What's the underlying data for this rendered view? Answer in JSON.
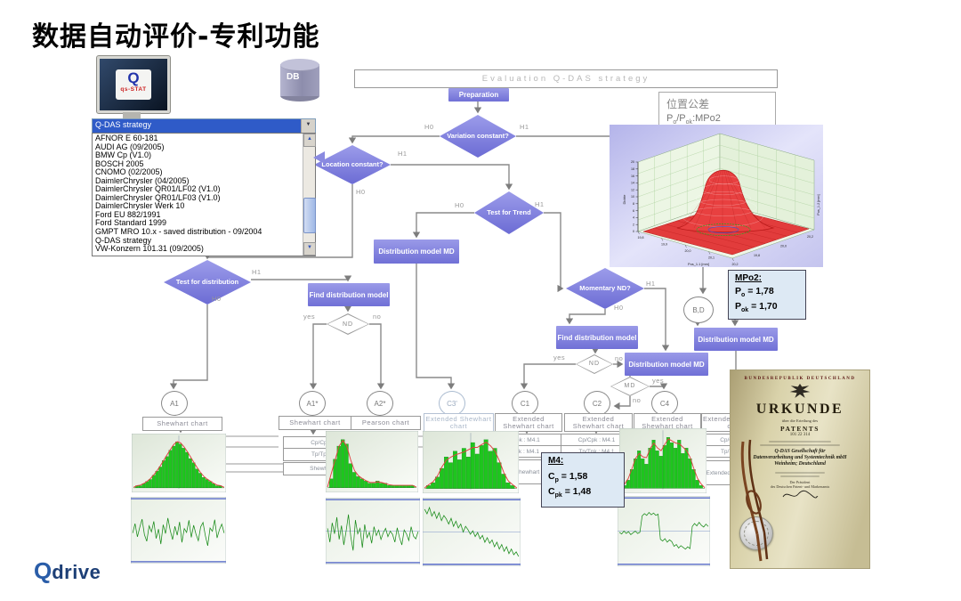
{
  "slide": {
    "title": "数据自动评价-专利功能"
  },
  "brand": {
    "logo_q": "Q",
    "logo_text": "drive"
  },
  "monitor": {
    "logo_q": "Q",
    "logo_text": "qs-STAT"
  },
  "db": {
    "label": "DB"
  },
  "strategy_list": {
    "selected": "Q-DAS strategy",
    "items": [
      "AFNOR E 60-181",
      "AUDI AG (09/2005)",
      "BMW Cp (V1.0)",
      "BOSCH 2005",
      "CNOMO (02/2005)",
      "DaimlerChrysler (04/2005)",
      "DaimlerChrysler QR01/LF02 (V1.0)",
      "DaimlerChrysler QR01/LF03 (V1.0)",
      "DaimlerChrysler Werk 10",
      "Ford EU 882/1991",
      "Ford Standard 1999",
      "GMPT MRO 10.x - saved distribution - 09/2004",
      "Q-DAS strategy",
      "VW-Konzern 101.31 (09/2005)"
    ]
  },
  "flow": {
    "start": "Evaluation Q-DAS strategy",
    "preparation": "Preparation",
    "variation_constant": "Variation constant?",
    "location_constant": "Location constant?",
    "test_for_trend": "Test for Trend",
    "test_for_distribution": "Test for distribution",
    "find_distribution_model": "Find distribution model",
    "distribution_model_md": "Distribution model MD",
    "momentary_nd": "Momentary ND?",
    "nd": "ND",
    "md": "MD",
    "bd": "B,D",
    "h0": "H0",
    "h1": "H1",
    "yes": "yes",
    "no": "no",
    "terminals": [
      "A1",
      "A1*",
      "A2*",
      "C3'",
      "C1",
      "C2",
      "C4"
    ],
    "chart_boxes": [
      "Shewhart chart",
      "Shewhart chart",
      "Pearson chart",
      "Extended Shewhart chart",
      "Extended Shewhart chart",
      "Extended Shewhart chart",
      "Extended Shewhart chart",
      "Extended Shewhart chart"
    ],
    "chart_box_ext": "Extended Shewhart chart",
    "metric_cp": "Cp/Cpk : M4.1",
    "metric_tp": "Tp/Tpk : M4.1",
    "metric_shewhart": "Shewhart chart"
  },
  "tolerance_box": {
    "title": "位置公差",
    "p1": "P",
    "s1": "o",
    "p2": "/P",
    "s2": "ok",
    "p3": ":MPo2"
  },
  "mpo2_box": {
    "title": "MPo2:",
    "rows": [
      {
        "base": "P",
        "sub": "o",
        "val": "=  1,78"
      },
      {
        "base": "P",
        "sub": "ok",
        "val": "= 1,70"
      }
    ]
  },
  "m4_box": {
    "title": "M4:",
    "rows": [
      {
        "base": "C",
        "sub": "p",
        "val": "=  1,58"
      },
      {
        "base": "C",
        "sub": "pk",
        "val": "= 1,48"
      }
    ]
  },
  "certificate": {
    "country": "BUNDESREPUBLIK DEUTSCHLAND",
    "title": "URKUNDE",
    "subtitle": "über die Erteilung des",
    "patent_label": "PATENTS",
    "patent_number": "101 22 314",
    "recipient_line1": "Q-DAS Gesellschaft für",
    "recipient_line2": "Datenverarbeitung und Systemtechnik mbH",
    "recipient_line3": "Weinheim; Deutschland",
    "president_line1": "Der Präsident",
    "president_line2": "des Deutschen Patent- und Markenamts"
  },
  "colors": {
    "accent_purple": "#7b7bdb",
    "bar_green": "#1ec51e",
    "curve_red": "#e04040",
    "limit_blue": "#6677cc",
    "cert_bg": "#d6cfa6",
    "logo_navy": "#1d3f76"
  },
  "chart_data": [
    {
      "id": "surface",
      "type": "surface",
      "xlabel": "Pos_1.1 [mm]",
      "ylabel": "Pos_1.2 [mm]",
      "zlabel": "Dichte",
      "x_ticks": [
        "19,8",
        "19,9",
        "20,0",
        "20,1",
        "20,2"
      ],
      "y_ticks": [
        "19,8",
        "20,0",
        "20,2"
      ],
      "z_min": 0,
      "z_max": 20,
      "z_step": 2,
      "surface": "bivariate-normal-bell",
      "color": "#e03030"
    },
    {
      "id": "hist_a1",
      "type": "bar",
      "panel": "hist",
      "centerline": true,
      "values": [
        1,
        1,
        2,
        3,
        4,
        6,
        8,
        10,
        13,
        15,
        18,
        20,
        22,
        21,
        19,
        17,
        14,
        12,
        9,
        7,
        5,
        4,
        3,
        2,
        1,
        1
      ],
      "curve": "normal"
    },
    {
      "id": "hist_a2s",
      "type": "bar",
      "panel": "hist",
      "centerline": false,
      "values": [
        4,
        13,
        19,
        22,
        20,
        11,
        7,
        5,
        4,
        3,
        2,
        2,
        3,
        2,
        2,
        1,
        1,
        1,
        1,
        1,
        1,
        1
      ],
      "curve": "right-skewed"
    },
    {
      "id": "hist_c",
      "type": "bar",
      "panel": "hist",
      "centerline": true,
      "values": [
        1,
        2,
        4,
        7,
        11,
        9,
        13,
        10,
        14,
        11,
        16,
        12,
        15,
        17,
        13,
        14,
        9,
        5,
        2,
        1
      ],
      "curve": "mixed-bimodal"
    },
    {
      "id": "hist_c4",
      "type": "bar",
      "panel": "hist",
      "centerline": true,
      "values": [
        1,
        3,
        7,
        11,
        14,
        11,
        9,
        15,
        18,
        14,
        12,
        16,
        19,
        17,
        15,
        18,
        13,
        15,
        11,
        7,
        3,
        1
      ],
      "curve": "plateau-multimodal"
    },
    {
      "id": "run_a1",
      "type": "line",
      "panel": "run",
      "centerline": false,
      "limits": true,
      "trend": "stationary",
      "values": [
        0.45,
        0.62,
        0.38,
        0.55,
        0.7,
        0.42,
        0.3,
        0.58,
        0.47,
        0.66,
        0.35,
        0.52,
        0.25,
        0.6,
        0.44,
        0.72,
        0.5,
        0.33,
        0.57,
        0.41,
        0.65,
        0.28,
        0.53,
        0.46,
        0.68,
        0.37,
        0.59,
        0.43,
        0.31,
        0.56,
        0.64,
        0.4,
        0.22,
        0.54,
        0.48,
        0.69,
        0.36,
        0.51,
        0.61,
        0.45
      ]
    },
    {
      "id": "run_a2s",
      "type": "line",
      "panel": "run",
      "centerline": true,
      "limits": true,
      "trend": "stationary",
      "values": [
        0.55,
        0.3,
        0.65,
        0.45,
        0.75,
        0.35,
        0.6,
        0.25,
        0.5,
        0.8,
        0.4,
        0.15,
        0.7,
        0.45,
        0.55,
        0.2,
        0.62,
        0.38,
        0.48,
        0.28,
        0.58,
        0.42,
        0.52,
        0.35,
        0.47,
        0.55,
        0.4,
        0.5,
        0.44,
        0.3,
        0.56,
        0.38,
        0.25,
        0.52,
        0.45,
        0.33,
        0.58,
        0.41,
        0.36,
        0.49
      ]
    },
    {
      "id": "run_c",
      "type": "line",
      "panel": "run",
      "centerline": true,
      "limits": true,
      "trend": "decreasing",
      "values": [
        0.9,
        0.82,
        0.93,
        0.78,
        0.86,
        0.74,
        0.84,
        0.7,
        0.79,
        0.73,
        0.64,
        0.74,
        0.6,
        0.69,
        0.57,
        0.64,
        0.5,
        0.6,
        0.54,
        0.46,
        0.52,
        0.42,
        0.49,
        0.38,
        0.44,
        0.32,
        0.4,
        0.3,
        0.36,
        0.24,
        0.32,
        0.2,
        0.28,
        0.16,
        0.24,
        0.12,
        0.2,
        0.1,
        0.15,
        0.07
      ]
    },
    {
      "id": "run_c4",
      "type": "line",
      "panel": "run",
      "centerline": true,
      "limits": true,
      "trend": "step-shifts",
      "values": [
        0.48,
        0.45,
        0.5,
        0.46,
        0.49,
        0.44,
        0.47,
        0.5,
        0.46,
        0.48,
        0.76,
        0.8,
        0.77,
        0.82,
        0.78,
        0.81,
        0.77,
        0.79,
        0.36,
        0.33,
        0.37,
        0.31,
        0.35,
        0.32,
        0.24,
        0.27,
        0.21,
        0.25,
        0.22,
        0.19,
        0.23,
        0.2,
        0.58,
        0.63,
        0.59,
        0.65,
        0.6,
        0.57,
        0.62,
        0.58
      ]
    }
  ]
}
